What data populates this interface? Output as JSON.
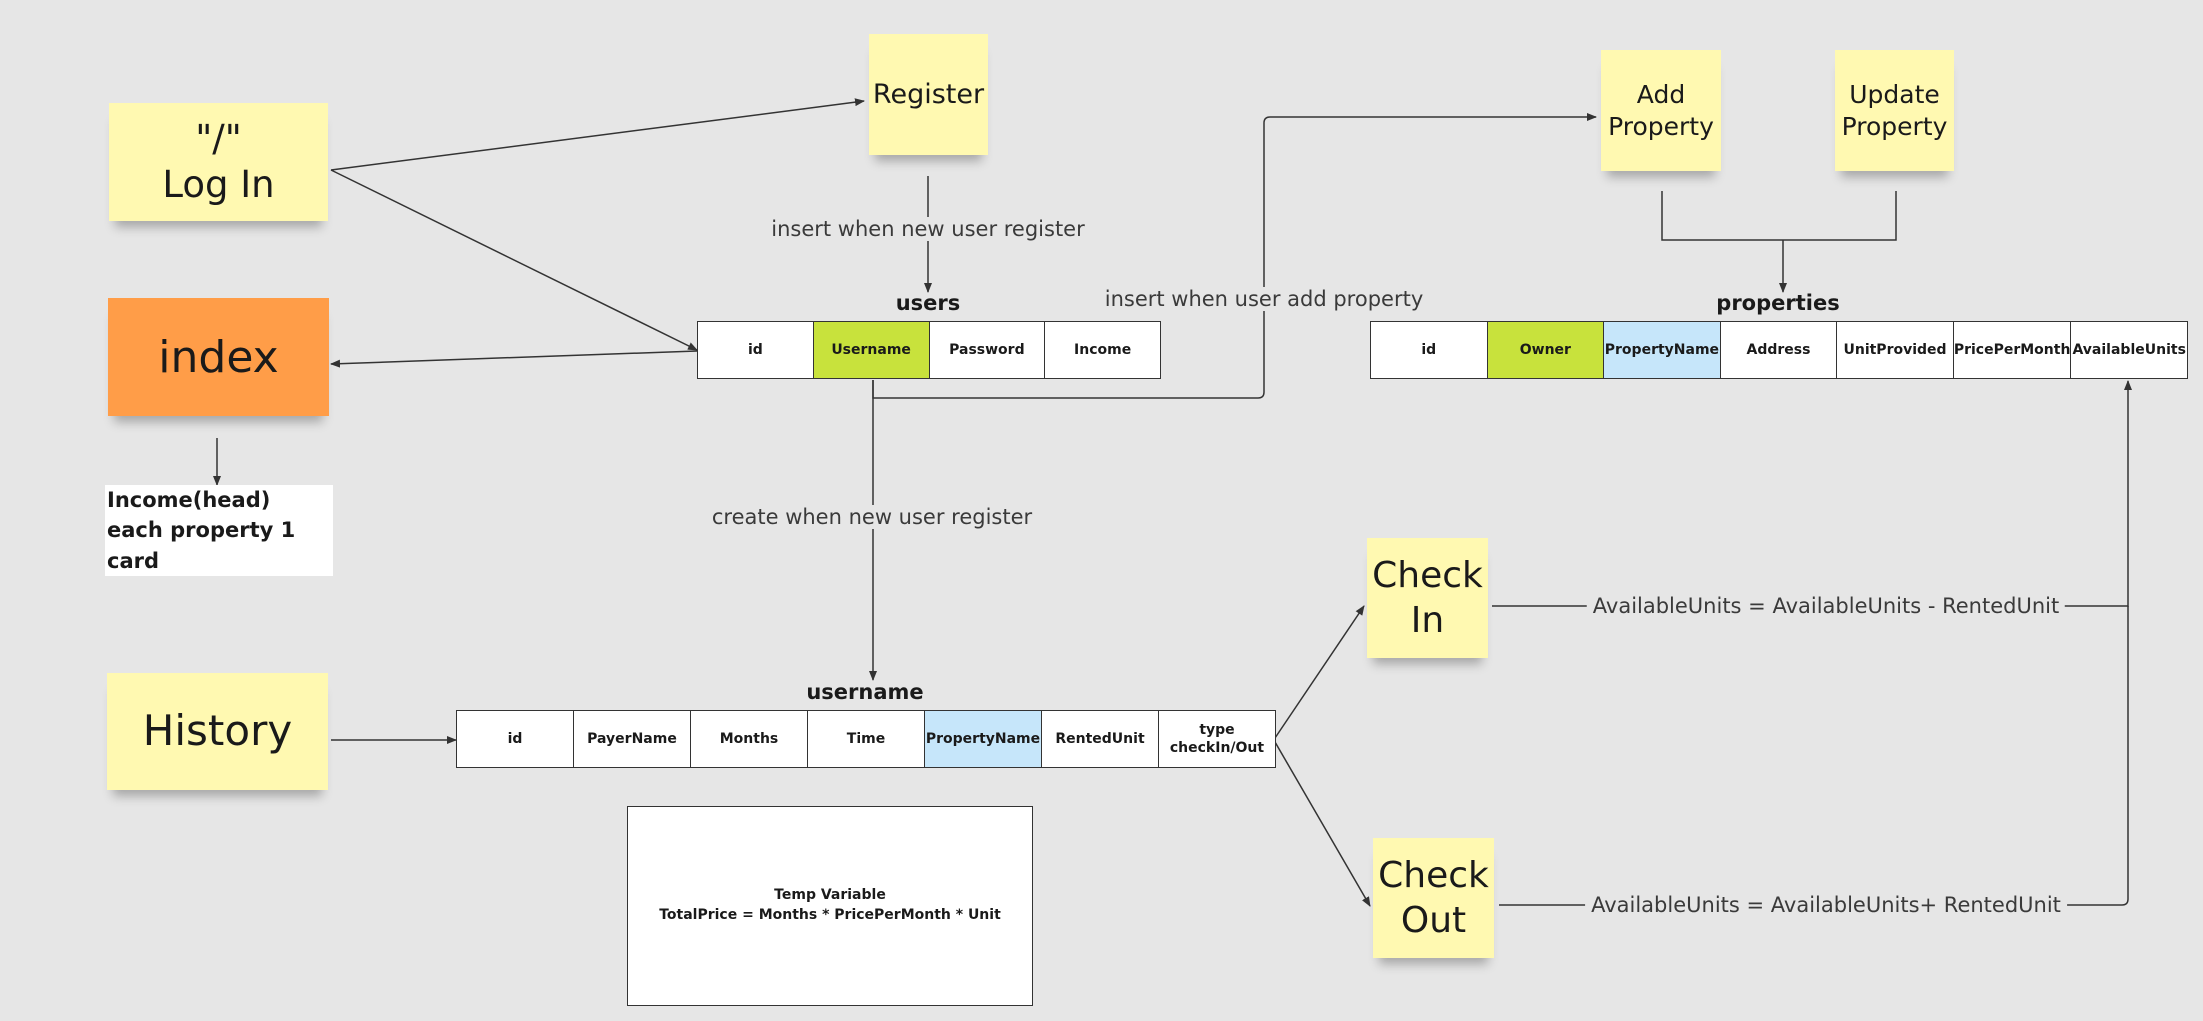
{
  "stickies": {
    "login": "\"/\"\nLog In",
    "register": "Register",
    "index": "index",
    "history": "History",
    "add_property": "Add\nProperty",
    "update_property": "Update\nProperty",
    "check_in": "Check\nIn",
    "check_out": "Check\nOut"
  },
  "colors": {
    "sticky_yellow": "#fff9b1",
    "sticky_orange": "#ff9d48",
    "highlight_green": "#c8e23c",
    "highlight_blue": "#c6e6fa",
    "background": "#e6e6e6"
  },
  "tables": {
    "users": {
      "title": "users",
      "columns": [
        "id",
        "Username",
        "Password",
        "Income"
      ]
    },
    "properties": {
      "title": "properties",
      "columns": [
        "id",
        "Owner",
        "PropertyName",
        "Address",
        "UnitProvided",
        "PricePerMonth",
        "AvailableUnits"
      ]
    },
    "username": {
      "title": "username",
      "columns": [
        "id",
        "PayerName",
        "Months",
        "Time",
        "PropertyName",
        "RentedUnit",
        "type\ncheckIn/Out"
      ]
    }
  },
  "edge_labels": {
    "insert_user": "insert when new user register",
    "insert_property": "insert when user add property",
    "create_table": "create when new user register",
    "checkin_formula": "AvailableUnits = AvailableUnits - RentedUnit",
    "checkout_formula": "AvailableUnits = AvailableUnits+ RentedUnit"
  },
  "notes": {
    "index_note": "Income(head)\neach property 1 card",
    "temp_variable": "Temp Variable\nTotalPrice = Months * PricePerMonth * Unit"
  }
}
